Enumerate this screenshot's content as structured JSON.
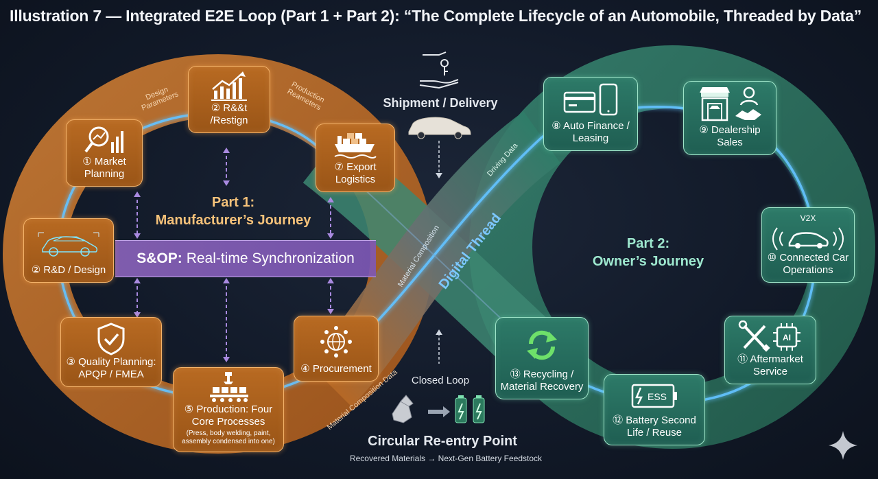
{
  "title": "Illustration 7 — Integrated E2E Loop (Part 1 + Part 2): “The Complete Lifecycle of an Automobile, Threaded by Data”",
  "colors": {
    "orange_loop": "#c0712a",
    "green_loop": "#2f7d69",
    "thread_blue": "#5bb8ff",
    "sop_purple": "#8e64c2",
    "heading_gold": "#f6c27a",
    "heading_mint": "#9ee8cf"
  },
  "part1": {
    "title_line1": "Part 1:",
    "title_line2": "Manufacturer’s Journey",
    "sop_bold": "S&OP:",
    "sop_rest": "Real-time Synchronization",
    "edge_label_design": "Design Parameters",
    "edge_label_production": "Production Reameters",
    "nodes": {
      "market": {
        "label": "① Market Planning",
        "icon": "magnifier-chart-icon"
      },
      "refresh": {
        "label": "② R&&t /Restign",
        "icon": "growth-chart-icon"
      },
      "export": {
        "label": "⑦ Export Logistics",
        "icon": "cargo-ship-icon"
      },
      "rnd": {
        "label": "② R&D / Design",
        "icon": "car-wireframe-icon"
      },
      "quality": {
        "label": "③ Quality Planning: APQP / FMEA",
        "icon": "shield-check-icon"
      },
      "procurement": {
        "label": "④ Procurement",
        "icon": "globe-network-icon"
      },
      "production": {
        "label": "⑤ Production: Four Core Processes",
        "sub": "(Press, body welding, paint, assembly condensed into one)",
        "icon": "conveyor-icon"
      }
    }
  },
  "part2": {
    "title_line1": "Part 2:",
    "title_line2": "Owner’s Journey",
    "nodes": {
      "finance": {
        "label": "⑧ Auto Finance / Leasing",
        "icon": "card-phone-icon"
      },
      "dealer": {
        "label": "⑨ Dealership Sales",
        "icon": "store-handshake-icon"
      },
      "connected": {
        "label": "⑩ Connected Car Operations",
        "tag": "V2X",
        "icon": "car-signal-icon"
      },
      "aftermarket": {
        "label": "⑪ Aftermarket Service",
        "icon": "tools-ai-icon",
        "chip": "AI"
      },
      "battery": {
        "label": "⑫ Battery Second Life / Reuse",
        "icon": "battery-ess-icon",
        "chip": "ESS"
      },
      "recycling": {
        "label": "⑬ Recycling / Material Recovery",
        "icon": "recycle-arrows-icon"
      }
    }
  },
  "center": {
    "digital_thread": "Digital Thread",
    "driving_data": "Driving Data",
    "material_composition": "Material Composition",
    "material_composition_data": "Material Composition Data",
    "shipment": "Shipment / Delivery",
    "closed_loop": "Closed Loop",
    "circular_title": "Circular Re-entry Point",
    "circular_sub": "Recovered Materials → Next-Gen Battery Feedstock"
  }
}
